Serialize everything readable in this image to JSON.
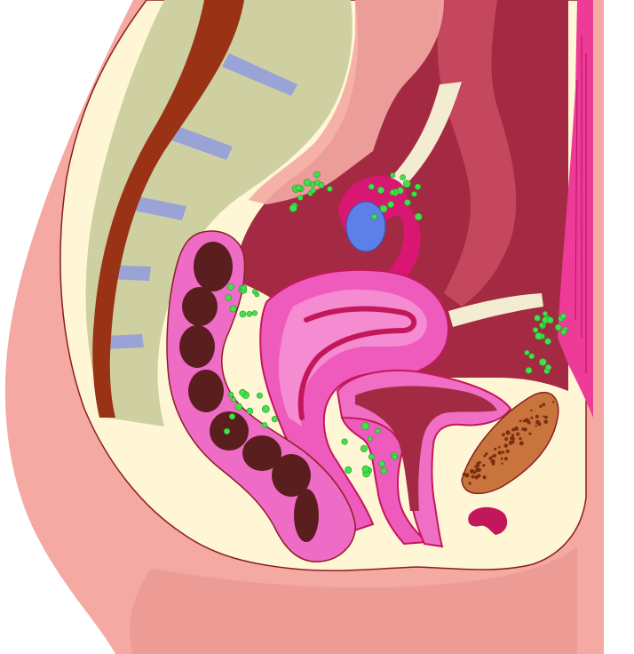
{
  "figure": {
    "colors": {
      "background": "#ffffff",
      "skin": "#f4a9a3",
      "skin_dark": "#e88f8a",
      "cavity_lining": "#fff6d6",
      "cavity_outline": "#8a1f1f",
      "spine_bone": "#cfd0a1",
      "spine_disc": "#9aa3d6",
      "spinal_cord": "#9a3216",
      "abdominal_cavity": "#a42a44",
      "abdominal_cavity_light": "#c4475e",
      "ligament": "#f3ecd0",
      "uterus": "#ef5bbd",
      "uterus_inner": "#f58bd0",
      "uterus_dark": "#c2185b",
      "rectum": "#ef6cc6",
      "feces": "#5a1e1e",
      "bladder": "#f06fc4",
      "pubic_bone": "#c8743c",
      "pubic_bone_spots": "#7a2f12",
      "ovary": "#d91773",
      "ovary_follicle": "#5c7fe8",
      "endometriosis_implant": "#44e04a",
      "abdominal_wall_muscle": "#ee3b97"
    },
    "structures": [
      "skin",
      "pelvic-cavity-lining",
      "lumbar-spine",
      "spinal-cord",
      "abdominal-cavity",
      "round-ligament",
      "ovary",
      "fallopian-tube",
      "uterus",
      "rectum",
      "bladder",
      "vagina",
      "pubic-symphysis",
      "clitoris",
      "abdominal-wall-muscle",
      "endometriosis-implants"
    ]
  }
}
